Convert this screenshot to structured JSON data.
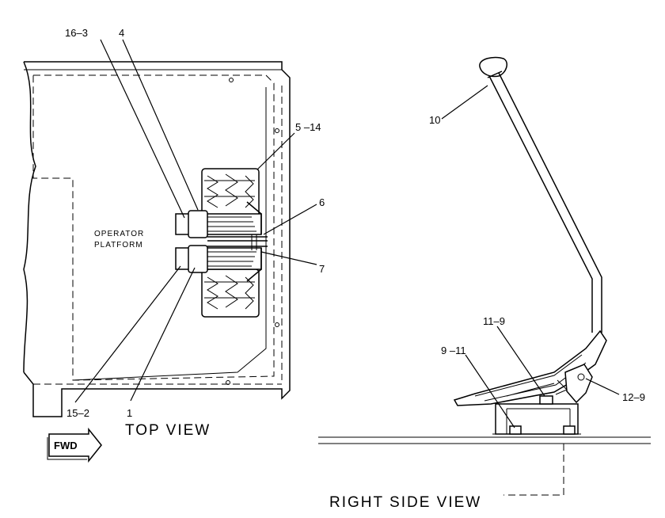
{
  "top_view": {
    "caption": "TOP VIEW",
    "platform_label_line1": "OPERATOR",
    "platform_label_line2": "PLATFORM",
    "callouts": {
      "c16_3": "16–3",
      "c4": "4",
      "c5_14": "5 –14",
      "c6": "6",
      "c7": "7",
      "c15_2": "15–2",
      "c1": "1"
    },
    "fwd_label": "FWD"
  },
  "side_view": {
    "caption": "RIGHT SIDE VIEW",
    "callouts": {
      "c10": "10",
      "c11_9": "11–9",
      "c9_11": "9 –11",
      "c12_9": "12–9"
    }
  }
}
